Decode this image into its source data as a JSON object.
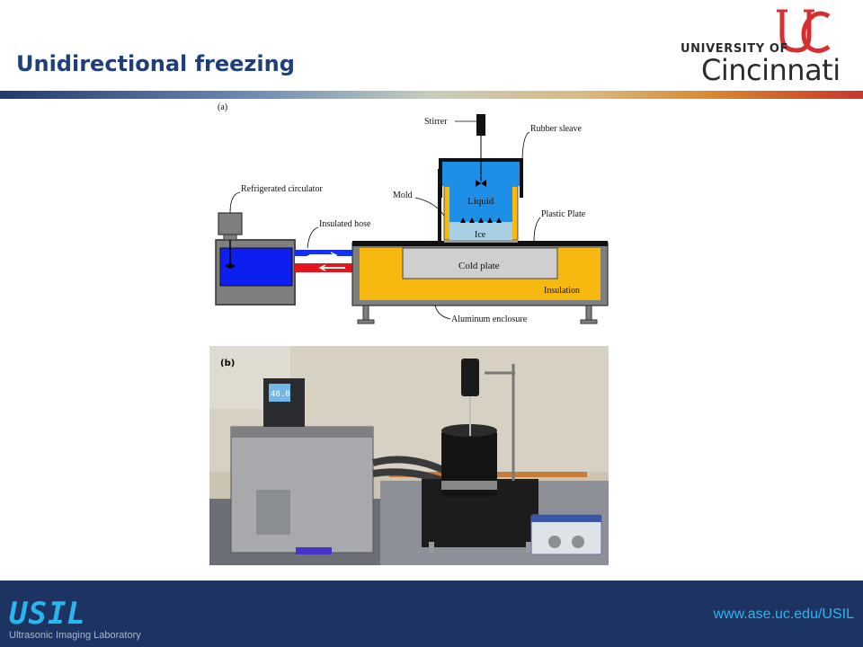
{
  "slide": {
    "title": "Unidirectional freezing"
  },
  "logo": {
    "university_of": "UNIVERSITY OF",
    "cincinnati": "Cincinnati",
    "accent": "#d62f2f"
  },
  "diagram": {
    "panel_label": "(a)",
    "labels": {
      "stirrer": "Stirrer",
      "rubber_sleave": "Rubber sleave",
      "refrigerated_circulator": "Refrigerated circulator",
      "mold": "Mold",
      "liquid": "Liquid",
      "plastic_plate": "Plastic Plate",
      "insulated_hose": "Insulated hose",
      "ice": "Ice",
      "cold_plate": "Cold plate",
      "insulation": "Insulation",
      "aluminum_enclosure": "Aluminum enclosure"
    },
    "colors": {
      "liquid": "#1e8fe6",
      "ice": "#a9cfe2",
      "insulation": "#f7b90f",
      "cold_plate": "#cfcfcf",
      "enclosure": "#7f7f7f",
      "circulator_fluid": "#0d1ef0",
      "hose_cold": "#1431f2",
      "hose_hot": "#e2141c"
    }
  },
  "photo": {
    "panel_label": "(b)",
    "circulator_display": "48.0"
  },
  "footer": {
    "lab_logo": "USIL",
    "lab_name": "Ultrasonic Imaging Laboratory",
    "url": "www.ase.uc.edu/USIL"
  }
}
